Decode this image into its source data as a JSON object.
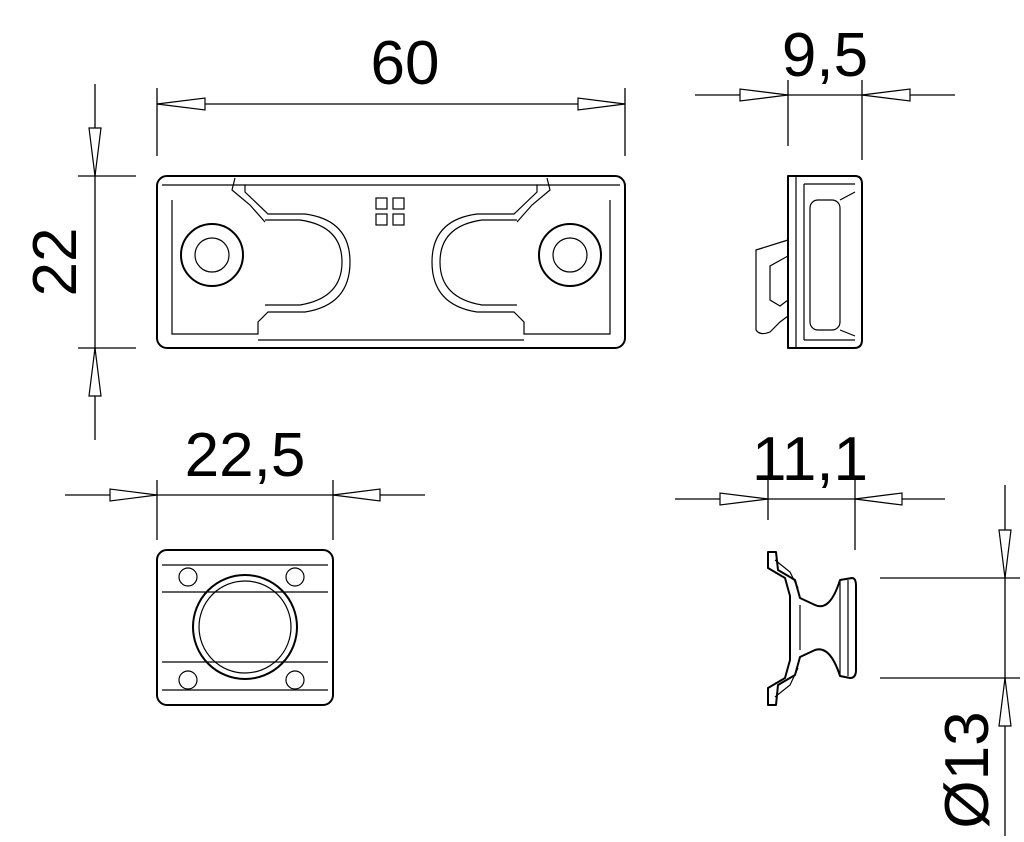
{
  "dimensions": {
    "length": "60",
    "side_depth": "9,5",
    "height": "22",
    "front_width": "22,5",
    "side_depth_2": "11,1",
    "diameter": "Ø13"
  },
  "colors": {
    "line": "#000000",
    "background": "#ffffff"
  }
}
